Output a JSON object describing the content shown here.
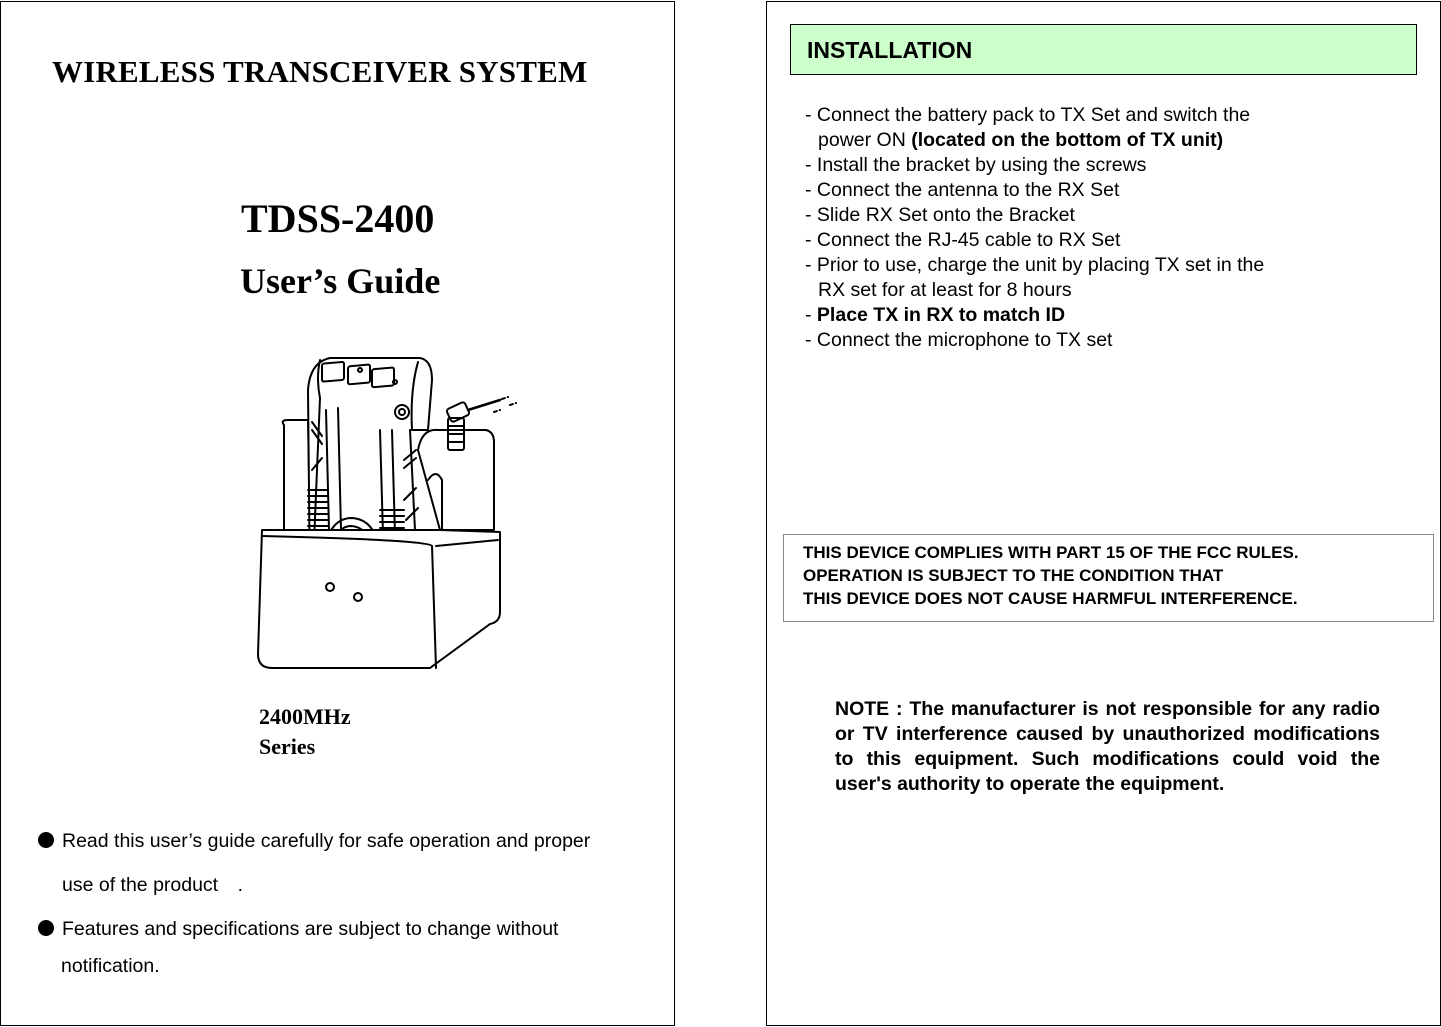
{
  "cover": {
    "system_title": "WIRELESS TRANSCEIVER SYSTEM",
    "model": "TDSS-2400",
    "guide": "User’s Guide",
    "frequency": "2400MHz",
    "series": "Series",
    "illustration_icon": "transceiver-charger-illustration",
    "notes": [
      {
        "line1": "Read this user’s guide carefully for safe operation and proper",
        "line2": "use of the product　."
      },
      {
        "line1": "Features and specifications are subject to change without",
        "line2": "notification."
      }
    ]
  },
  "installation": {
    "title": "INSTALLATION",
    "steps": [
      {
        "text": "- Connect the battery pack to TX Set and switch the"
      },
      {
        "text": "power ON ",
        "bold": "(located on the bottom of TX unit)"
      },
      {
        "text": "- Install the bracket by using the screws"
      },
      {
        "text": "- Connect the antenna to the RX Set"
      },
      {
        "text": "- Slide RX Set onto the Bracket"
      },
      {
        "text": "- Connect the RJ-45 cable to RX Set"
      },
      {
        "text": "- Prior to use, charge the unit by placing TX set in the"
      },
      {
        "text": "RX set for at least for 8 hours"
      },
      {
        "text": "- ",
        "bold": "Place TX in RX to match ID"
      },
      {
        "text": "- Connect the microphone to TX set"
      }
    ]
  },
  "fcc": {
    "lines": [
      "THIS DEVICE COMPLIES WITH PART 15 OF THE FCC RULES.",
      "OPERATION IS SUBJECT TO THE CONDITION THAT",
      "THIS DEVICE DOES NOT CAUSE HARMFUL INTERFERENCE."
    ]
  },
  "manufacturer_note": "NOTE : The manufacturer is not responsible for any radio or TV interference caused by unauthorized modifications to this equipment. Such modifications could void the user's authority to operate the equipment."
}
